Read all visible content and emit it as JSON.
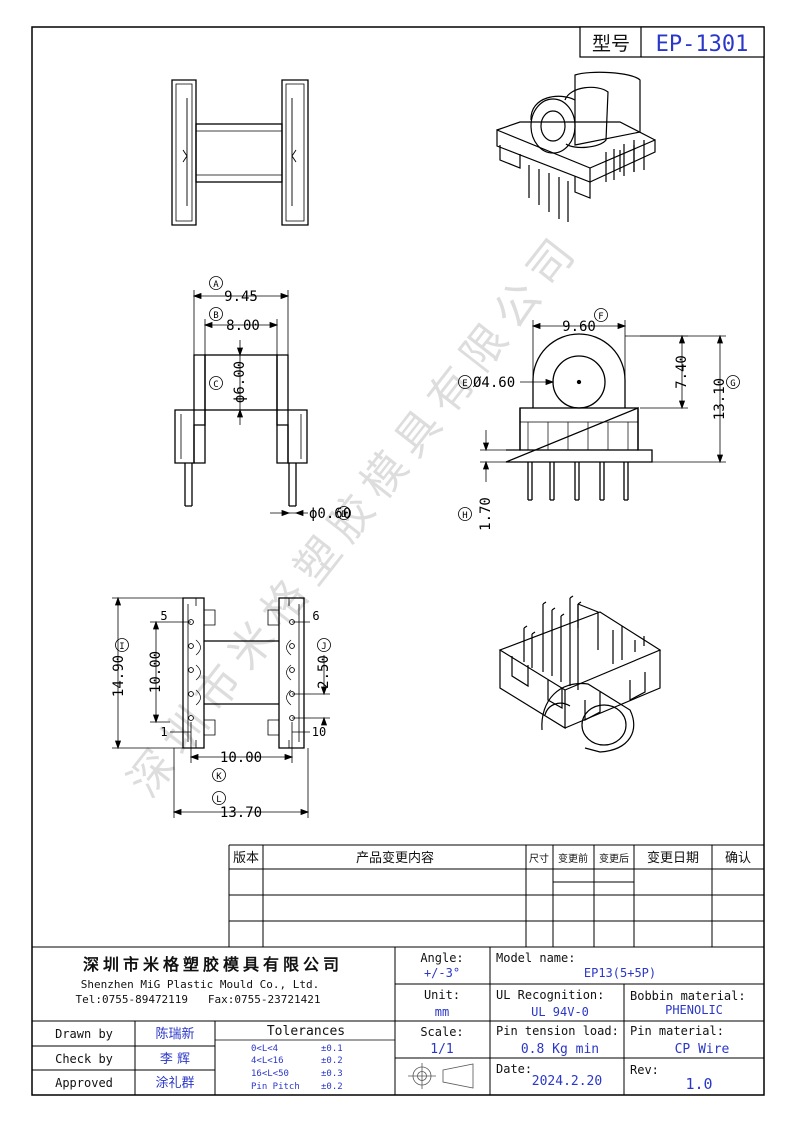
{
  "header": {
    "model_label": "型号",
    "model_value": "EP-1301"
  },
  "watermark": "深圳市米格塑胶模具有限公司",
  "dimensions": {
    "a_letter": "A",
    "a_value": "9.45",
    "b_letter": "B",
    "b_value": "8.00",
    "c_letter": "C",
    "c_value": "ϕ6.00",
    "d_letter": "D",
    "d_value": "ϕ0.60",
    "e_letter": "E",
    "e_value": "Ø4.60",
    "f_letter": "F",
    "f_value": "9.60",
    "side_height": "7.40",
    "g_letter": "G",
    "g_value": "13.10",
    "h_letter": "H",
    "h_value": "1.70",
    "i_letter": "I",
    "i_value": "14.90",
    "inner_height": "10.00",
    "j_letter": "J",
    "j_value": "2.50",
    "k_letter": "K",
    "k_value": "10.00",
    "l_letter": "L",
    "l_value": "13.70"
  },
  "pins": {
    "top_left": "5",
    "top_right": "6",
    "bottom_left": "1",
    "bottom_right": "10"
  },
  "revision_table": {
    "headers": [
      "版本",
      "产品变更内容",
      "尺寸",
      "变更前",
      "变更后",
      "变更日期",
      "确认"
    ]
  },
  "company": {
    "name_cn": "深圳市米格塑胶模具有限公司",
    "name_en": "Shenzhen MiG Plastic Mould Co., Ltd.",
    "contact": "Tel:0755-89472119   Fax:0755-23721421"
  },
  "title_block": {
    "angle_label": "Angle:",
    "angle_value": "+/-3°",
    "unit_label": "Unit:",
    "unit_value": "mm",
    "scale_label": "Scale:",
    "scale_value": "1/1",
    "model_name_label": "Model name:",
    "model_name_value": "EP13(5+5P)",
    "ul_label": "UL Recognition:",
    "ul_value": "UL 94V-0",
    "bobbin_label": "Bobbin material:",
    "bobbin_value": "PHENOLIC",
    "tension_label": "Pin tension load:",
    "tension_value": "0.8 Kg min",
    "pin_material_label": "Pin material:",
    "pin_material_value": "CP Wire",
    "date_label": "Date:",
    "date_value": "2024.2.20",
    "rev_label": "Rev:",
    "rev_value": "1.0"
  },
  "approvals": {
    "drawn_label": "Drawn by",
    "drawn_name": "陈瑞新",
    "check_label": "Check by",
    "check_name": "李 辉",
    "approved_label": "Approved",
    "approved_name": "涂礼群"
  },
  "tolerances": {
    "title": "Tolerances",
    "rows": [
      {
        "range": "0<L<4",
        "value": "±0.1"
      },
      {
        "range": "4<L<16",
        "value": "±0.2"
      },
      {
        "range": "16<L<50",
        "value": "±0.3"
      },
      {
        "range": "Pin Pitch",
        "value": "±0.2"
      }
    ]
  }
}
